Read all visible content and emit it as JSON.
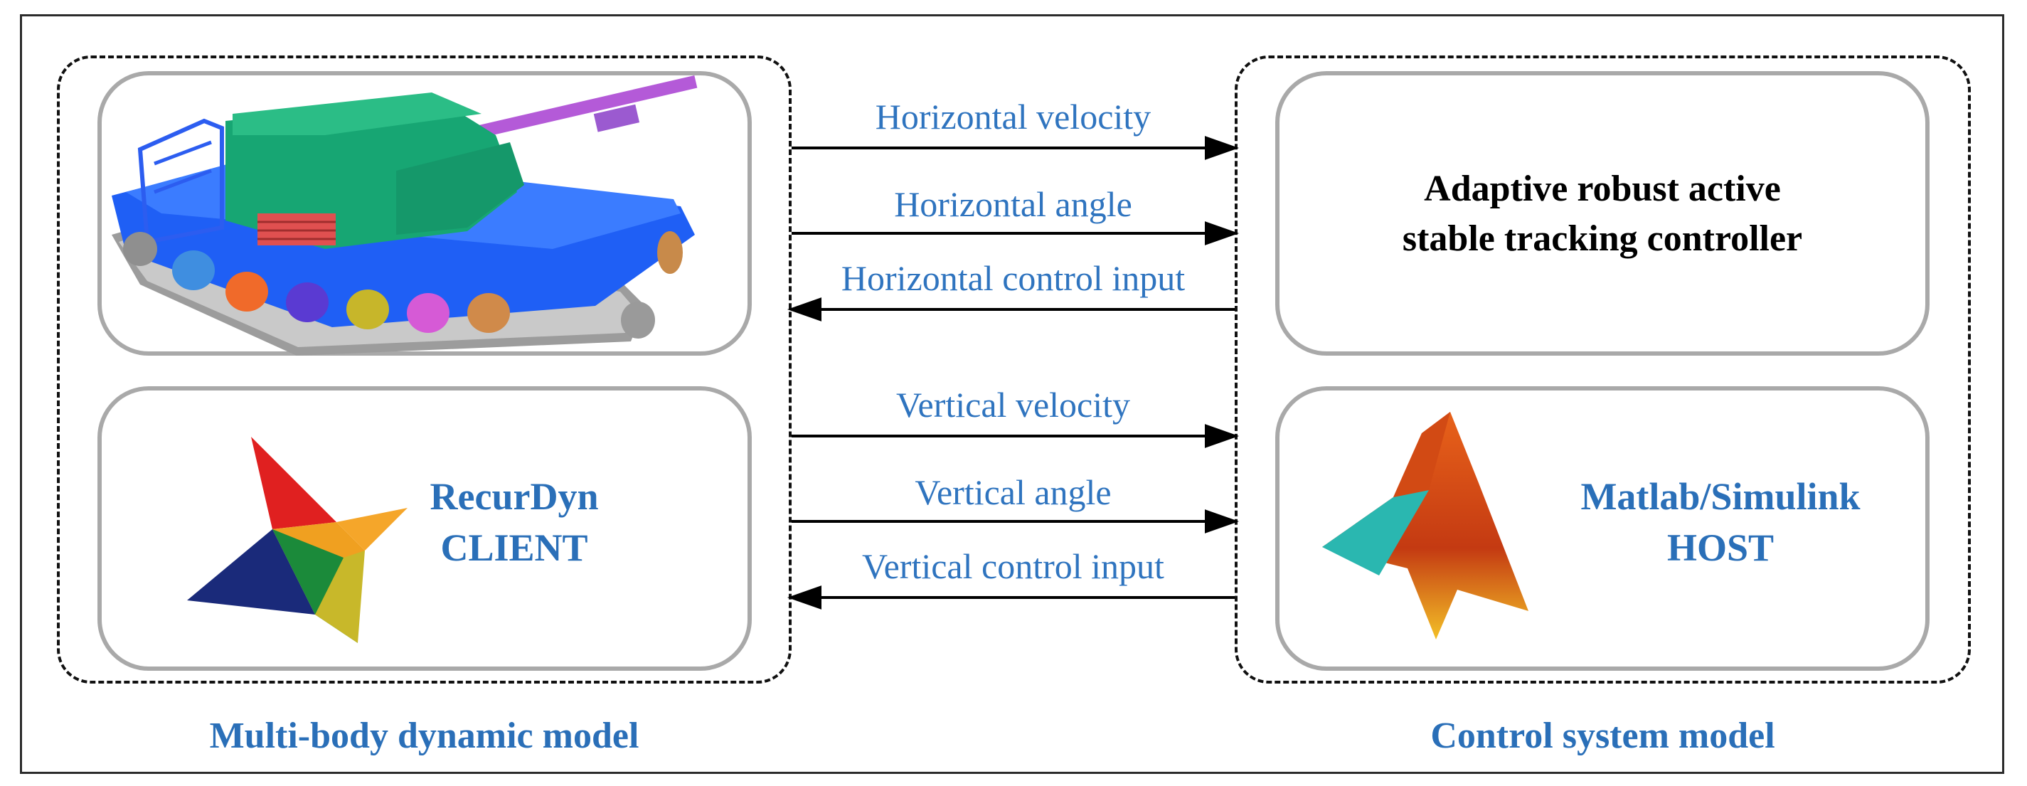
{
  "left_group": {
    "caption": "Multi-body dynamic model",
    "client_panel": {
      "line1": "RecurDyn",
      "line2": "CLIENT"
    }
  },
  "right_group": {
    "caption": "Control system model",
    "controller_panel": {
      "line1": "Adaptive robust active",
      "line2": "stable tracking controller"
    },
    "host_panel": {
      "line1": "Matlab/Simulink",
      "line2": "HOST"
    }
  },
  "signals": [
    {
      "label": "Horizontal velocity",
      "direction": "right"
    },
    {
      "label": "Horizontal angle",
      "direction": "right"
    },
    {
      "label": "Horizontal control input",
      "direction": "left"
    },
    {
      "label": "Vertical velocity",
      "direction": "right"
    },
    {
      "label": "Vertical angle",
      "direction": "right"
    },
    {
      "label": "Vertical control input",
      "direction": "left"
    }
  ],
  "colors": {
    "label_blue": "#2f74bf",
    "caption_blue": "#2a6fb8",
    "panel_border": "#a9a9a9"
  },
  "icons": [
    "tank-model-image",
    "recurdyn-logo",
    "matlab-logo"
  ]
}
